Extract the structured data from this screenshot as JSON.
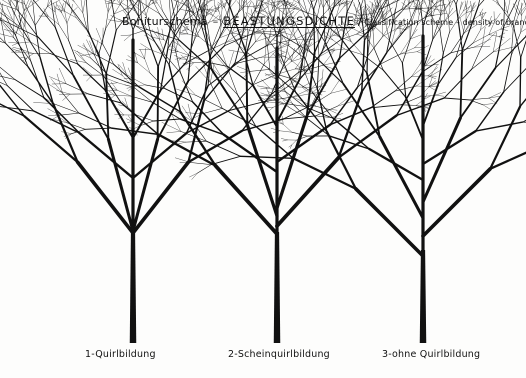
{
  "header": {
    "prefix": "Boniturschema",
    "separator": "–",
    "main": "BEASTUNGSDICHTE",
    "slash": "/",
    "english": "Classification scheme – density of branches"
  },
  "trees": [
    {
      "caption": "1-Quirlbildung",
      "style": "whorled"
    },
    {
      "caption": "2-Scheinquirlbildung",
      "style": "pseudo-whorled"
    },
    {
      "caption": "3-ohne Quirlbildung",
      "style": "no-whorls"
    }
  ],
  "colors": {
    "ink": "#111111",
    "paper": "#fdfdfc"
  }
}
